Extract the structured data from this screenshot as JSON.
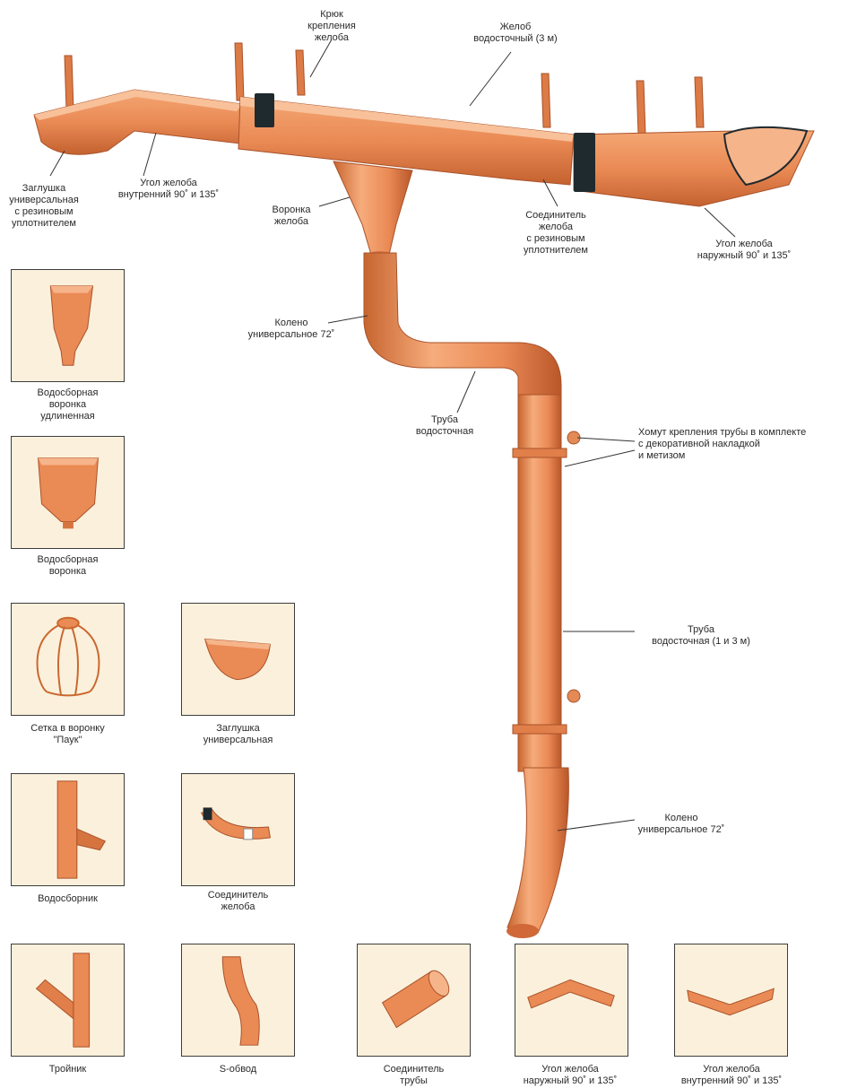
{
  "colors": {
    "copper": "#ea8a55",
    "copper_dark": "#c2612f",
    "copper_light": "#f6b48a",
    "seal": "#1f2a2e",
    "panel_bg": "#fbf0db",
    "text": "#2a2a2a"
  },
  "callouts": {
    "hook": "Крюк\nкрепления\nжелоба",
    "gutter": "Желоб\nводосточный (3 м)",
    "end_cap_sealed": "Заглушка\nуниверсальная\nс резиновым\nуплотнителем",
    "inner_corner": "Угол желоба\nвнутренний 90˚ и 135˚",
    "funnel": "Воронка\nжелоба",
    "gutter_connector": "Соединитель\nжелоба\nс резиновым\nуплотнителем",
    "outer_corner": "Угол желоба\nнаружный 90˚ и 135˚",
    "elbow_top": "Колено\nуниверсальное 72˚",
    "pipe_short": "Труба\nводосточная",
    "clamp": "Хомут крепления трубы в комплекте\nс декоративной накладкой\nи метизом",
    "pipe_long": "Труба\nводосточная (1 и 3 м)",
    "elbow_bottom": "Колено\nуниверсальное 72˚"
  },
  "catalog": [
    {
      "key": "funnel_long",
      "icon": "long-funnel-icon",
      "label": "Водосборная\nворонка\nудлиненная"
    },
    {
      "key": "funnel",
      "icon": "funnel-icon",
      "label": "Водосборная\nворонка"
    },
    {
      "key": "spider",
      "icon": "leaf-guard-icon",
      "label": "Сетка в воронку\n\"Паук\""
    },
    {
      "key": "end_cap",
      "icon": "end-cap-icon",
      "label": "Заглушка\nуниверсальная"
    },
    {
      "key": "collector",
      "icon": "water-collector-icon",
      "label": "Водосборник"
    },
    {
      "key": "gutter_conn",
      "icon": "gutter-connector-icon",
      "label": "Соединитель\nжелоба"
    },
    {
      "key": "tee",
      "icon": "tee-icon",
      "label": "Тройник"
    },
    {
      "key": "s_bend",
      "icon": "s-bend-icon",
      "label": "S-обвод"
    },
    {
      "key": "pipe_conn",
      "icon": "pipe-connector-icon",
      "label": "Соединитель\nтрубы"
    },
    {
      "key": "outer_corner",
      "icon": "outer-corner-icon",
      "label": "Угол желоба\nнаружный  90˚ и 135˚"
    },
    {
      "key": "inner_corner",
      "icon": "inner-corner-icon",
      "label": "Угол желоба\nвнутренний  90˚ и 135˚"
    }
  ]
}
